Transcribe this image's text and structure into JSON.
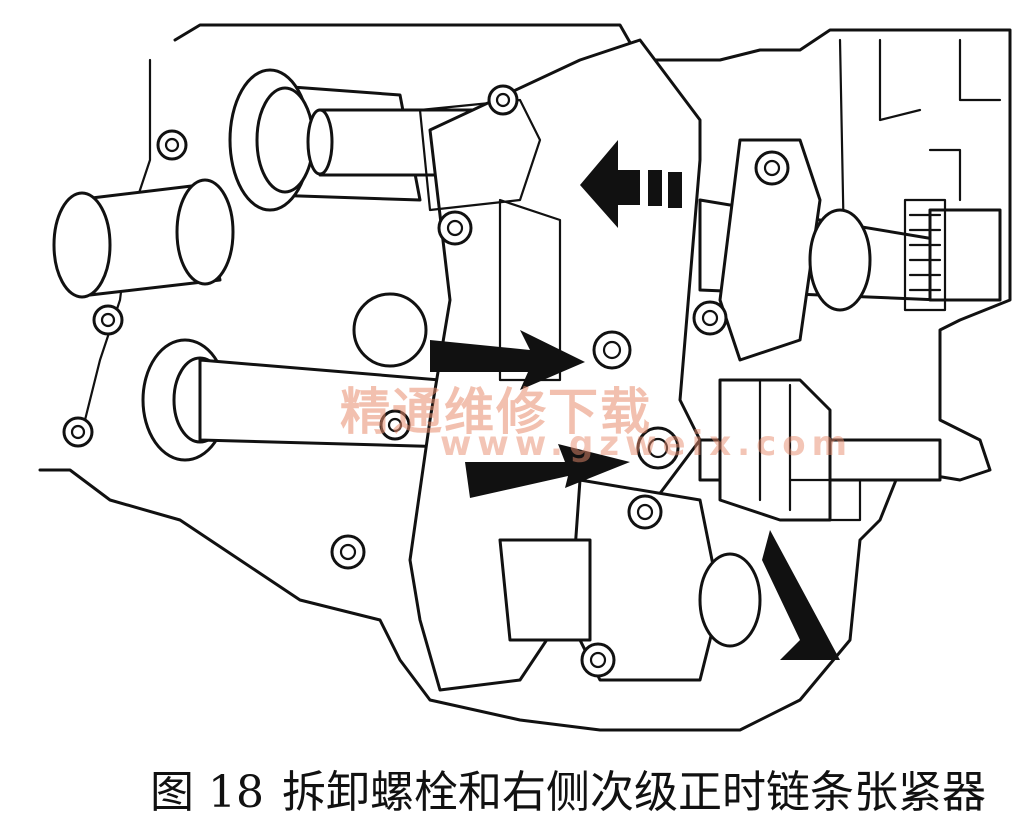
{
  "figure": {
    "label": "图 18",
    "caption": "拆卸螺栓和右侧次级正时链条张紧器"
  },
  "watermark": {
    "site_name": "精通维修下载",
    "url": "www.gzweix.com",
    "color": "#e88c6e"
  },
  "arrows": {
    "count": 4,
    "color": "#111111"
  }
}
